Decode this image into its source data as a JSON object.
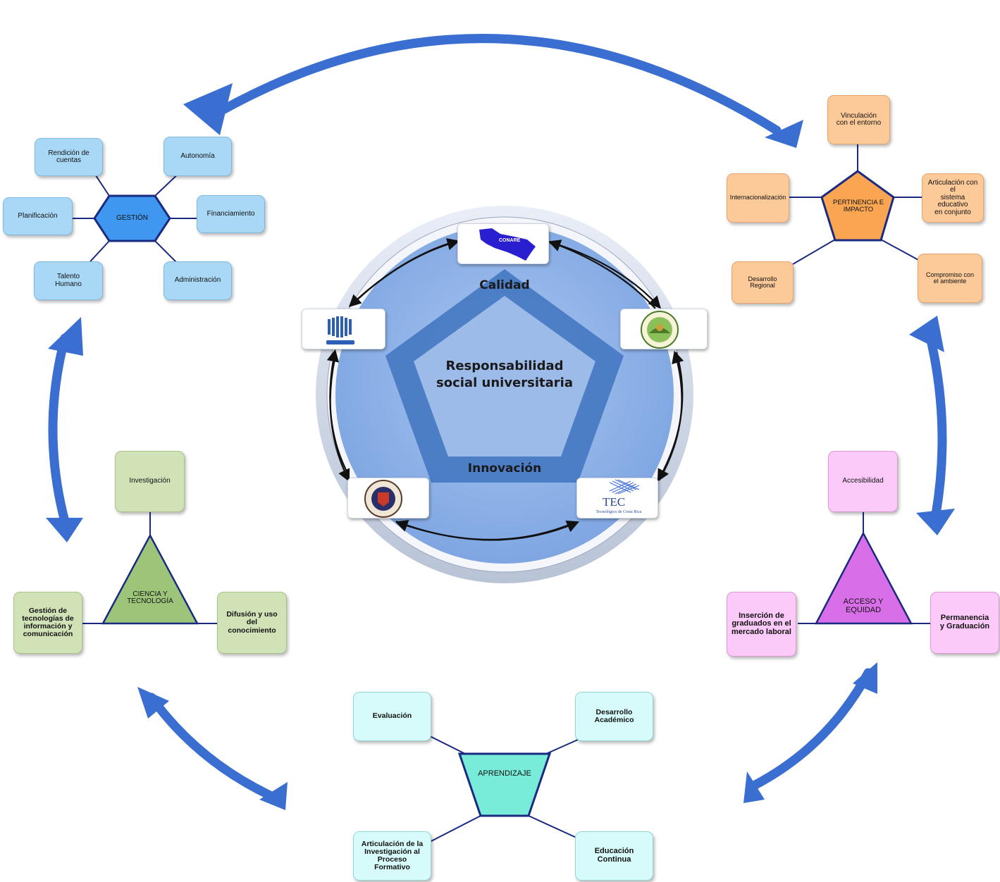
{
  "center": {
    "top_label": "Calidad",
    "bottom_label": "Innovación",
    "title_line1": "Responsabilidad",
    "title_line2": "social universitaria"
  },
  "logos": {
    "conare": "CONARE",
    "tec": "TEC",
    "tec_sub": "Tecnológico de Costa Rica"
  },
  "gestion": {
    "hub": "GESTIÓN",
    "items": [
      "Rendición de\ncuentas",
      "Autonomía",
      "Financiamiento",
      "Administración",
      "Talento\nHumano",
      "Planificación"
    ]
  },
  "pertinencia": {
    "hub": "PERTINENCIA E\nIMPACTO",
    "items": [
      "Vinculación\ncon el entorno",
      "Articulación con el\nsistema educativo\nen conjunto",
      "Compromiso con\nel ambiente",
      "Desarrollo\nRegional",
      "Internacionalización"
    ]
  },
  "ciencia": {
    "hub": "CIENCIA Y\nTECNOLOGÍA",
    "items": [
      "Investigación",
      "Gestión de\ntecnologías de\ninformación y\ncomunicación",
      "Difusión y uso\ndel\nconocimiento"
    ]
  },
  "acceso": {
    "hub": "ACCESO Y\nEQUIDAD",
    "items": [
      "Accesibilidad",
      "Inserción de\ngraduados en el\nmercado laboral",
      "Permanencia\ny Graduación"
    ]
  },
  "aprendizaje": {
    "hub": "APRENDIZAJE",
    "items": [
      "Evaluación",
      "Desarrollo\nAcadémico",
      "Articulación de la\nInvestigación al\nProceso\nFormativo",
      "Educación\nContinua"
    ]
  },
  "colors": {
    "arrow": "#3a6fd1",
    "gestion_hub": "#3f97f0",
    "pertinencia_hub": "#f9a552",
    "ciencia_hub": "#9dc57a",
    "acceso_hub": "#d86ee8",
    "aprendizaje_hub": "#78ecd9"
  }
}
